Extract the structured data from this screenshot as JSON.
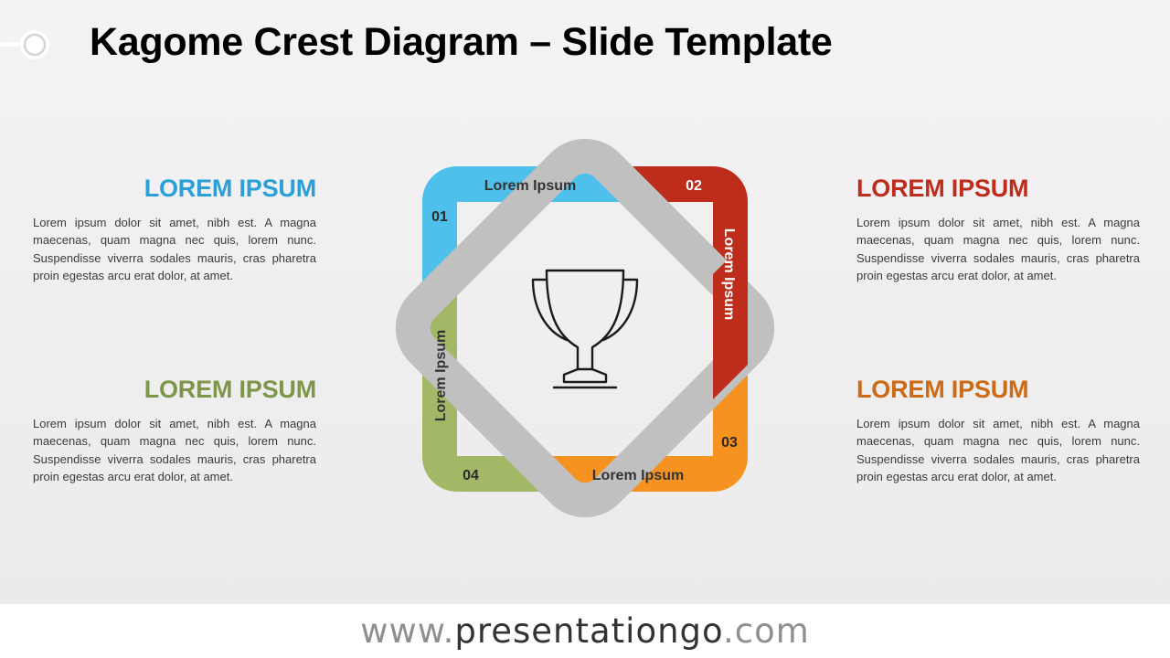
{
  "title": "Kagome Crest Diagram – Slide Template",
  "colors": {
    "blue": "#4fc0ec",
    "red": "#be2d1c",
    "orange": "#f59220",
    "green": "#a3b867",
    "gray_frame": "#c0c0c0",
    "heading_blue": "#2a9fd8",
    "heading_red": "#be2d1c",
    "heading_green": "#7d9649",
    "heading_orange": "#cd6a15"
  },
  "icons": {
    "center": "trophy-icon",
    "logo": "presentationgo-logo"
  },
  "diagram": {
    "segments": [
      {
        "number": "01",
        "label": "Lorem Ipsum",
        "color": "blue"
      },
      {
        "number": "02",
        "label": "Lorem Ipsum",
        "color": "red"
      },
      {
        "number": "03",
        "label": "Lorem Ipsum",
        "color": "orange"
      },
      {
        "number": "04",
        "label": "Lorem Ipsum",
        "color": "green"
      }
    ]
  },
  "blocks": [
    {
      "heading": "LOREM IPSUM",
      "body": "Lorem ipsum dolor sit amet, nibh est. A magna maecenas, quam magna nec quis, lorem nunc. Suspendisse viverra sodales mauris, cras pharetra proin egestas arcu erat dolor, at amet."
    },
    {
      "heading": "LOREM IPSUM",
      "body": "Lorem ipsum dolor sit amet, nibh est. A magna maecenas, quam magna nec quis, lorem nunc. Suspendisse viverra sodales mauris, cras pharetra proin egestas arcu erat dolor, at amet."
    },
    {
      "heading": "LOREM IPSUM",
      "body": "Lorem ipsum dolor sit amet, nibh est. A magna maecenas, quam magna nec quis, lorem nunc. Suspendisse viverra sodales mauris, cras pharetra proin egestas arcu erat dolor, at amet."
    },
    {
      "heading": "LOREM IPSUM",
      "body": "Lorem ipsum dolor sit amet, nibh est. A magna maecenas, quam magna nec quis, lorem nunc. Suspendisse viverra sodales mauris, cras pharetra proin egestas arcu erat dolor, at amet."
    }
  ],
  "footer": {
    "prefix": "www.",
    "domain": "presentationgo",
    "suffix": ".com"
  }
}
